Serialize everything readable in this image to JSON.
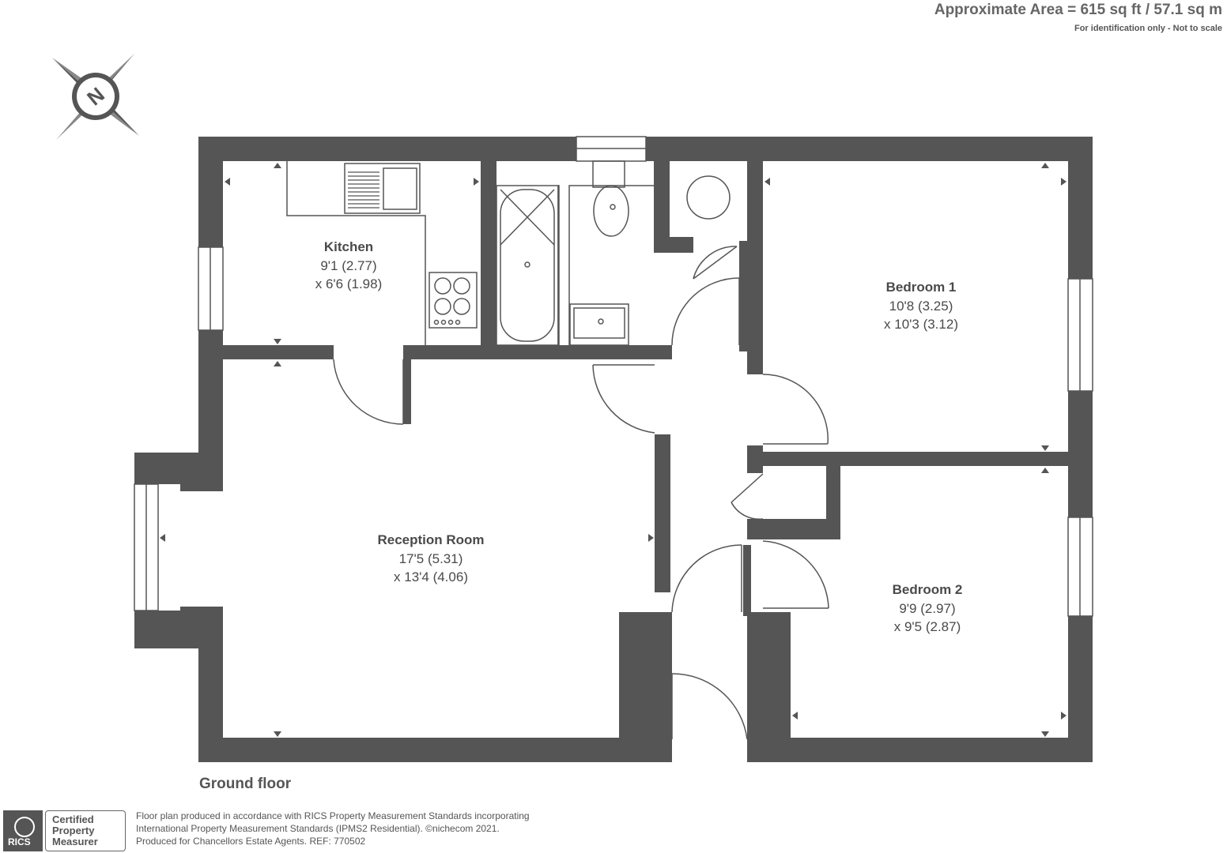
{
  "header": {
    "area": "Approximate Area = 615 sq ft / 57.1 sq m",
    "note": "For identification only - Not to scale"
  },
  "compass": {
    "label": "N",
    "icon": "compass-icon"
  },
  "rooms": [
    {
      "name": "Kitchen",
      "dim1": "9'1 (2.77)",
      "dim2": "x 6'6 (1.98)"
    },
    {
      "name": "Bedroom 1",
      "dim1": "10'8 (3.25)",
      "dim2": "x 10'3 (3.12)"
    },
    {
      "name": "Reception Room",
      "dim1": "17'5 (5.31)",
      "dim2": "x 13'4 (4.06)"
    },
    {
      "name": "Bedroom 2",
      "dim1": "9'9 (2.97)",
      "dim2": "x 9'5 (2.87)"
    }
  ],
  "floor_label": "Ground floor",
  "footer": {
    "rics": "RICS",
    "certified": [
      "Certified",
      "Property",
      "Measurer"
    ],
    "lines": [
      "Floor plan produced in accordance with RICS Property Measurement Standards incorporating",
      "International Property Measurement Standards (IPMS2 Residential).   ©nichecom 2021.",
      "Produced for Chancellors Estate Agents.   REF: 770502"
    ]
  },
  "colors": {
    "wall": "#555555",
    "line": "#555555",
    "background": "#ffffff"
  }
}
